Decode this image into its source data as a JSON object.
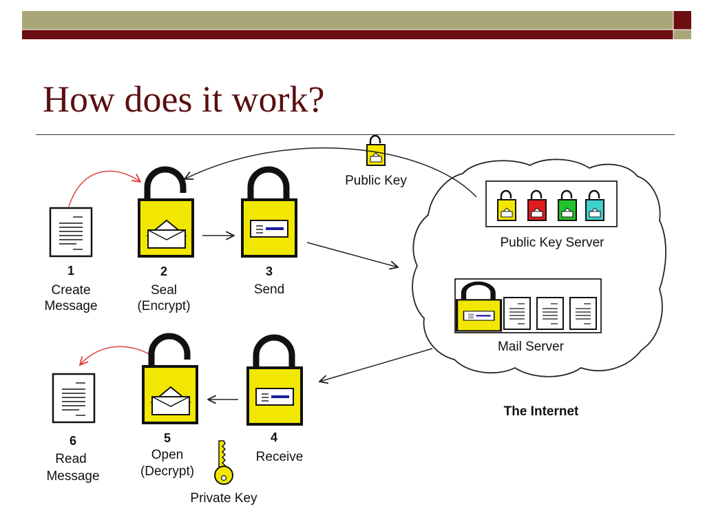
{
  "slide": {
    "title": "How does it work?"
  },
  "colors": {
    "header_olive": "#a9a67a",
    "header_maroon": "#6b0f12",
    "title_text": "#5a0f10",
    "lock_yellow": "#f2e700",
    "arrow_red": "#e04040",
    "key_red": "#e01c1c",
    "key_green": "#22c22a",
    "key_cyan": "#3fd0d0"
  },
  "steps": {
    "create": {
      "num": "1",
      "line1": "Create",
      "line2": "Message"
    },
    "seal": {
      "num": "2",
      "line1": "Seal",
      "line2": "(Encrypt)"
    },
    "send": {
      "num": "3",
      "line1": "Send"
    },
    "receive": {
      "num": "4",
      "line1": "Receive"
    },
    "open": {
      "num": "5",
      "line1": "Open",
      "line2": "(Decrypt)"
    },
    "read": {
      "num": "6",
      "line1": "Read",
      "line2": "Message"
    }
  },
  "labels": {
    "public_key": "Public Key",
    "public_key_server": "Public Key Server",
    "mail_server": "Mail Server",
    "internet": "The Internet",
    "private_key": "Private Key"
  },
  "icons": {
    "document": "document-icon",
    "open_padlock_envelope": "padlock-open-envelope-icon",
    "closed_padlock_letter": "padlock-closed-letter-icon",
    "small_open_padlock": "small-padlock-open-icon",
    "key": "key-icon",
    "cloud": "cloud-outline"
  }
}
